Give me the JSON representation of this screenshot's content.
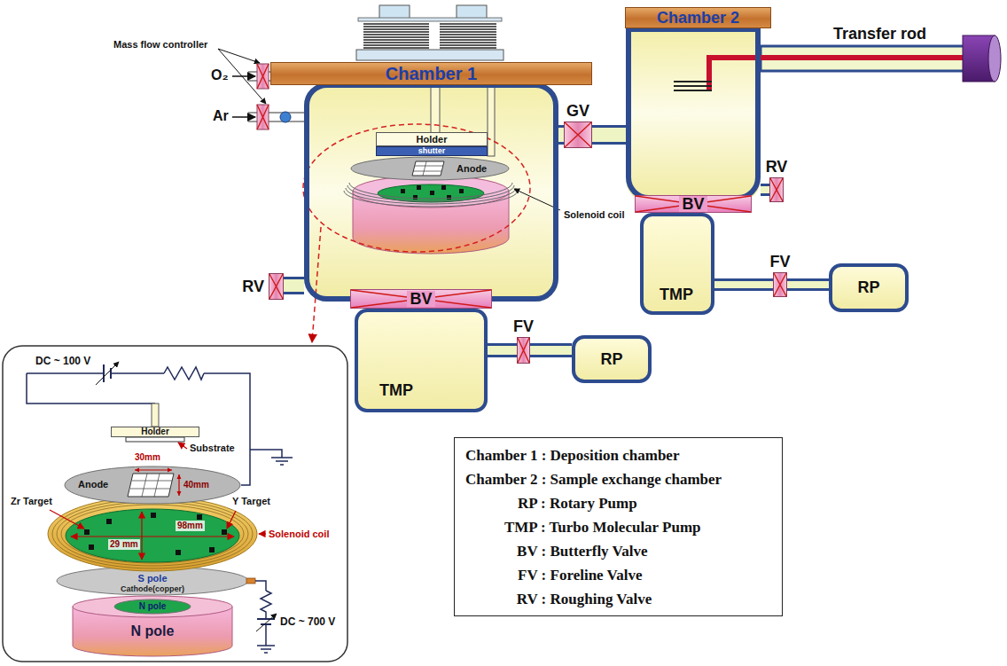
{
  "diagram": {
    "nodes": [
      {
        "text": [
          "Chamber 1"
        ]
      },
      {
        "text": [
          "Holder"
        ],
        "in": 0
      },
      {
        "text": [
          "shutter"
        ],
        "in": 0
      },
      {
        "text": [
          "Anode"
        ],
        "in": 0
      },
      {
        "text": [
          "RV"
        ]
      },
      {
        "text": [
          "BV"
        ]
      },
      {
        "text": [
          "TMP"
        ]
      },
      {
        "text": [
          "FV"
        ]
      },
      {
        "text": [
          "RP"
        ]
      },
      {
        "text": [
          "GV"
        ]
      },
      {
        "text": [
          "Chamber 2"
        ]
      },
      {
        "text": [
          "RV"
        ]
      },
      {
        "text": [
          "BV"
        ]
      },
      {
        "text": [
          "TMP"
        ]
      },
      {
        "text": [
          "FV"
        ]
      },
      {
        "text": [
          "RP"
        ]
      },
      {
        "text": [
          "Holder"
        ]
      },
      {
        "text": [
          "Anode"
        ]
      },
      {
        "text": [
          "N pole"
        ]
      },
      {
        "text": [
          "Chamber 1 : Deposition chamber",
          "Chamber 2 : Sample exchange chamber",
          "RP : Rotary Pump",
          "TMP : Turbo Molecular Pump",
          "BV : Butterfly Valve",
          "FV : Foreline Valve",
          "RV : Roughing Valve"
        ]
      }
    ],
    "edges": [
      {
        "from": 4,
        "to": 0,
        "arrow": "none"
      },
      {
        "from": 0,
        "to": 9,
        "arrow": "none"
      },
      {
        "from": 9,
        "to": 10,
        "arrow": "none"
      },
      {
        "from": 6,
        "to": 7,
        "arrow": "none"
      },
      {
        "from": 7,
        "to": 8,
        "arrow": "none"
      },
      {
        "from": 10,
        "to": 11,
        "arrow": "none"
      },
      {
        "from": 13,
        "to": 14,
        "arrow": "none"
      },
      {
        "from": 14,
        "to": 15,
        "arrow": "none"
      }
    ],
    "labels": [
      "Mass flow controller",
      "O₂",
      "Ar",
      "Solenoid coil",
      "Transfer rod",
      "DC ~ 100 V",
      "Substrate",
      "30mm",
      "40mm",
      "Zr Target",
      "Y Target",
      "98mm",
      "29 mm",
      "Solenoid coil",
      "S pole",
      "Cathode(copper)",
      "N pole",
      "DC ~ 700 V"
    ]
  }
}
